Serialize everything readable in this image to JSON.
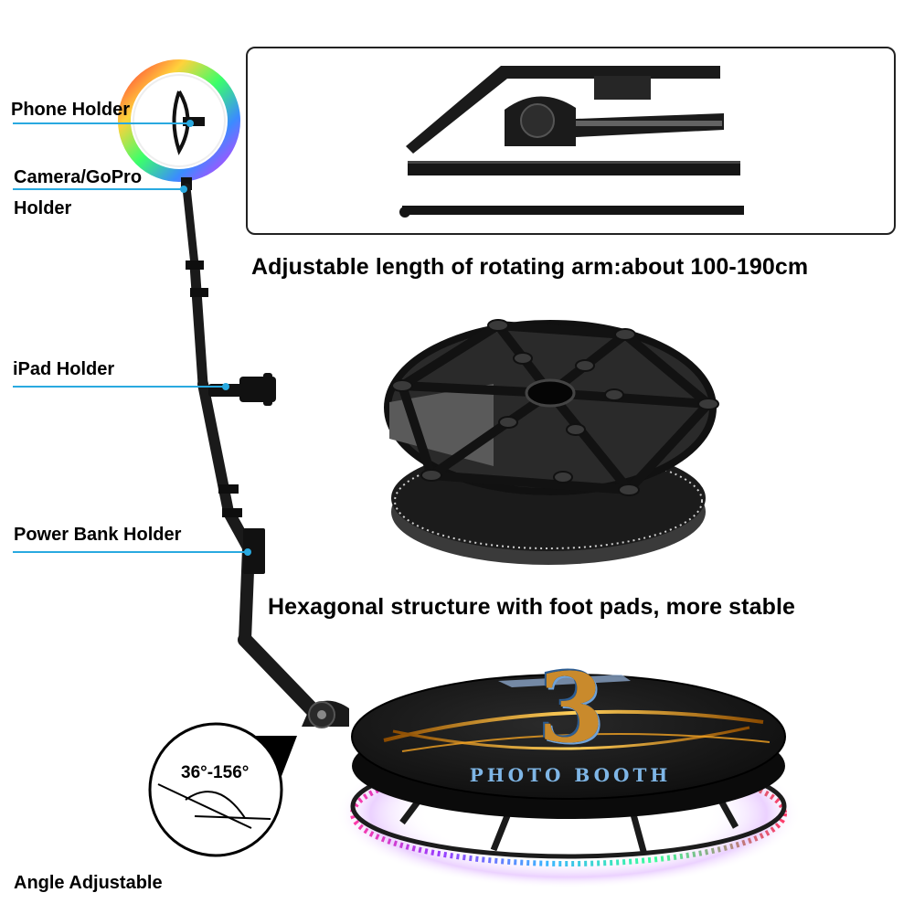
{
  "callouts": {
    "phone_holder": "Phone Holder",
    "camera_holder_line1": "Camera/GoPro",
    "camera_holder_line2": "Holder",
    "ipad_holder": "iPad Holder",
    "power_bank_holder": "Power Bank Holder",
    "angle_range": "36°-156°",
    "angle_adjustable": "Angle Adjustable"
  },
  "features": {
    "arm_length": "Adjustable length of rotating arm:about 100-190cm",
    "hexagonal_base": "Hexagonal structure with foot pads, more stable"
  },
  "platform_logo": {
    "numeral": "3",
    "text": "PHOTO BOOTH"
  },
  "colors": {
    "callout_line": "#29a9e0",
    "metal": "#1a1a1a",
    "platform_top": "#151515",
    "logo_gold": "#f2a323",
    "logo_blue": "#7fb6e6"
  }
}
